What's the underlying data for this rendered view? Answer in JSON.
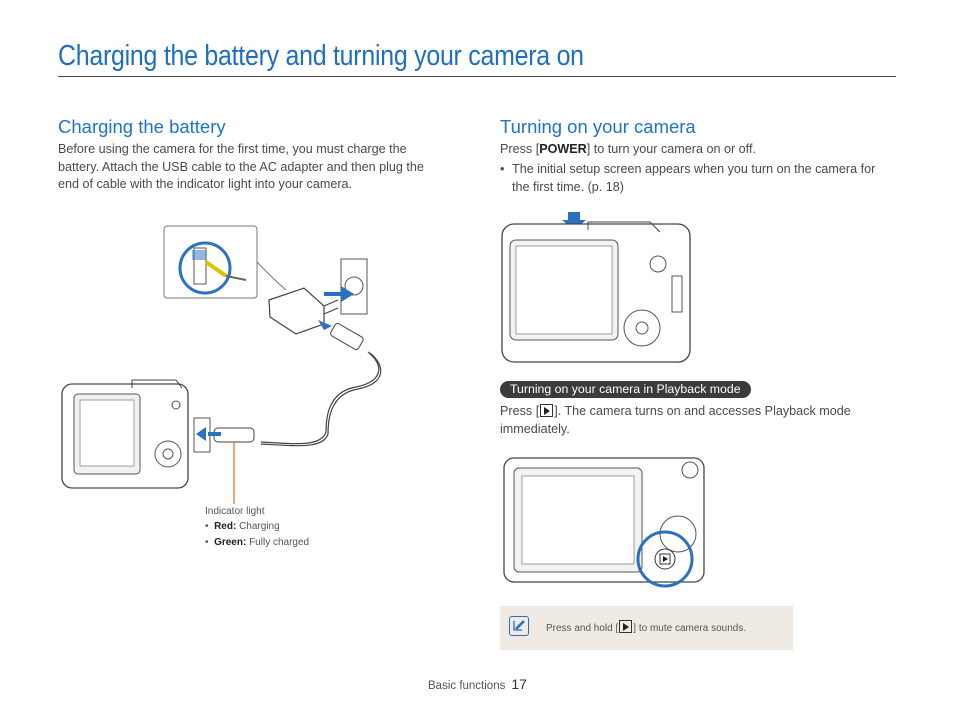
{
  "page": {
    "title": "Charging the battery and turning your camera on"
  },
  "charging": {
    "heading": "Charging the battery",
    "body": "Before using the camera for the first time, you must charge the battery. Attach the USB cable to the AC adapter and then plug the end of cable with the indicator light into your camera.",
    "indicator": {
      "label": "Indicator light",
      "red_label": "Red:",
      "red_value": "Charging",
      "green_label": "Green:",
      "green_value": "Fully charged"
    }
  },
  "turning_on": {
    "heading": "Turning on your camera",
    "press_prefix": "Press [",
    "power_key": "POWER",
    "press_suffix": "] to turn your camera on or off.",
    "bullet": "The initial setup screen appears when you turn on the camera for the first time. (p. 18)",
    "playback_pill": "Turning on your camera in Playback mode",
    "playback_prefix": "Press [",
    "playback_suffix": "]. The camera turns on and accesses Playback mode immediately."
  },
  "note": {
    "prefix": "Press and hold [",
    "suffix": "] to mute camera sounds."
  },
  "footer": {
    "section": "Basic functions",
    "page_number": "17"
  },
  "colors": {
    "title": "#1f6fc0",
    "heading": "#1f73c8",
    "arrow": "#2a72bf",
    "indicator_line": "#e07a2e",
    "note_bg": "#efebe4"
  },
  "icons": [
    "note-icon",
    "playback-key-icon",
    "arrow-icon"
  ]
}
